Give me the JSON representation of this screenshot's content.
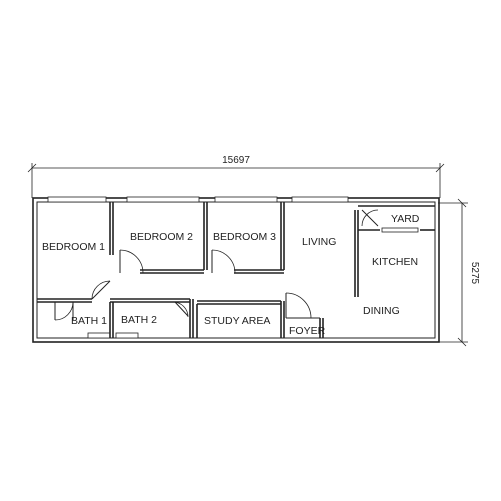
{
  "dimensions": {
    "overall_width": "15697",
    "overall_depth": "5275"
  },
  "rooms": {
    "bedroom_1": "BEDROOM 1",
    "bedroom_2": "BEDROOM 2",
    "bedroom_3": "BEDROOM 3",
    "living": "LIVING",
    "kitchen": "KITCHEN",
    "yard": "YARD",
    "dining": "DINING",
    "bath_1": "BATH 1",
    "bath_2": "BATH 2",
    "study_area": "STUDY AREA",
    "foyer": "FOYER"
  }
}
